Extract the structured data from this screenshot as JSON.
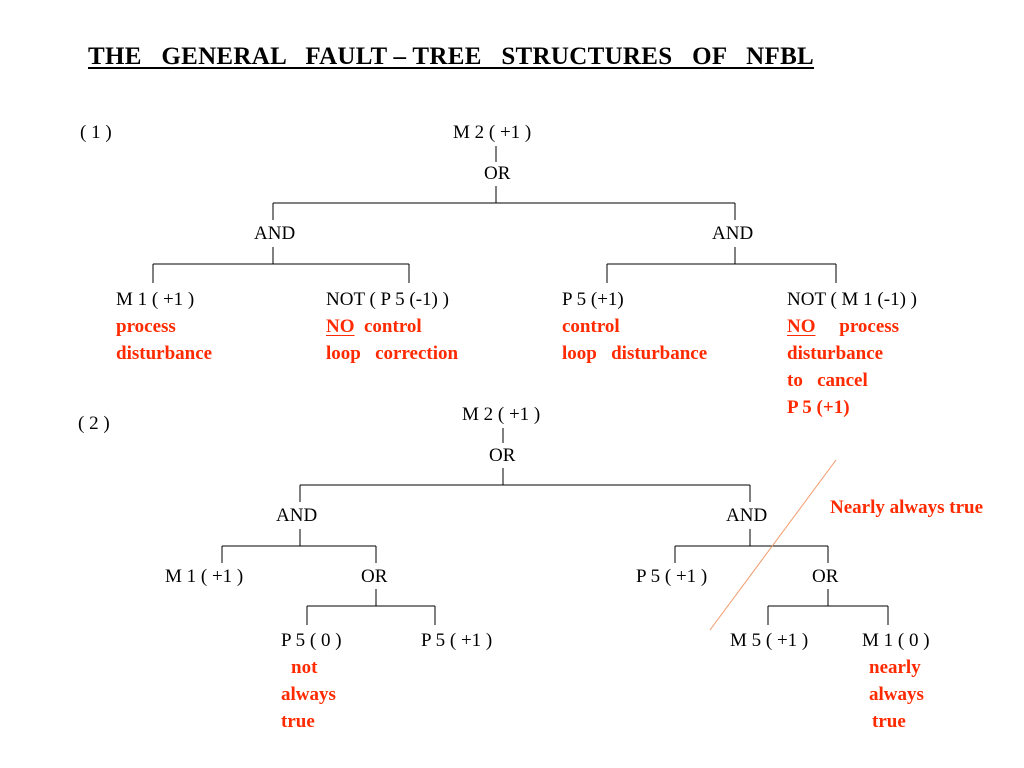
{
  "title": "THE   GENERAL   FAULT – TREE   STRUCTURES   OF   NFBL",
  "colors": {
    "text": "#000000",
    "note": "#ff2a00",
    "diagonal": "#f39a6a"
  },
  "tree1": {
    "label": "( 1 )",
    "root": "M 2 ( +1 )",
    "or": "OR",
    "and_left": "AND",
    "and_right": "AND",
    "leaf1": {
      "label": "M 1 ( +1 )",
      "note1": "process",
      "note2": "disturbance"
    },
    "leaf2": {
      "label": "NOT ( P 5 (-1) )",
      "note1a": "NO",
      "note1b": "  control",
      "note2": "loop   correction"
    },
    "leaf3": {
      "label": "P 5 (+1)",
      "note1": "control",
      "note2": "loop   disturbance"
    },
    "leaf4": {
      "label": "NOT ( M 1 (-1) )",
      "note1a": "NO",
      "note1b": "     process",
      "note2": "disturbance",
      "note3": "to   cancel",
      "note4": "P 5 (+1)"
    }
  },
  "tree2": {
    "label": "( 2 )",
    "root": "M 2 ( +1 )",
    "or": "OR",
    "and_left": "AND",
    "and_right": "AND",
    "m1": "M 1 ( +1 )",
    "or_left": "OR",
    "p5_right": "P 5 ( +1 )",
    "or_right": "OR",
    "p5_zero": {
      "label": "P 5 ( 0 )",
      "note1": "not",
      "note2": "always",
      "note3": "true"
    },
    "p5_plus": "P 5 ( +1 )",
    "m5": "M 5 ( +1 )",
    "m1_zero": {
      "label": "M 1 ( 0 )",
      "note1": "nearly",
      "note2": "always",
      "note3": "true"
    }
  },
  "annotation": "Nearly always true"
}
